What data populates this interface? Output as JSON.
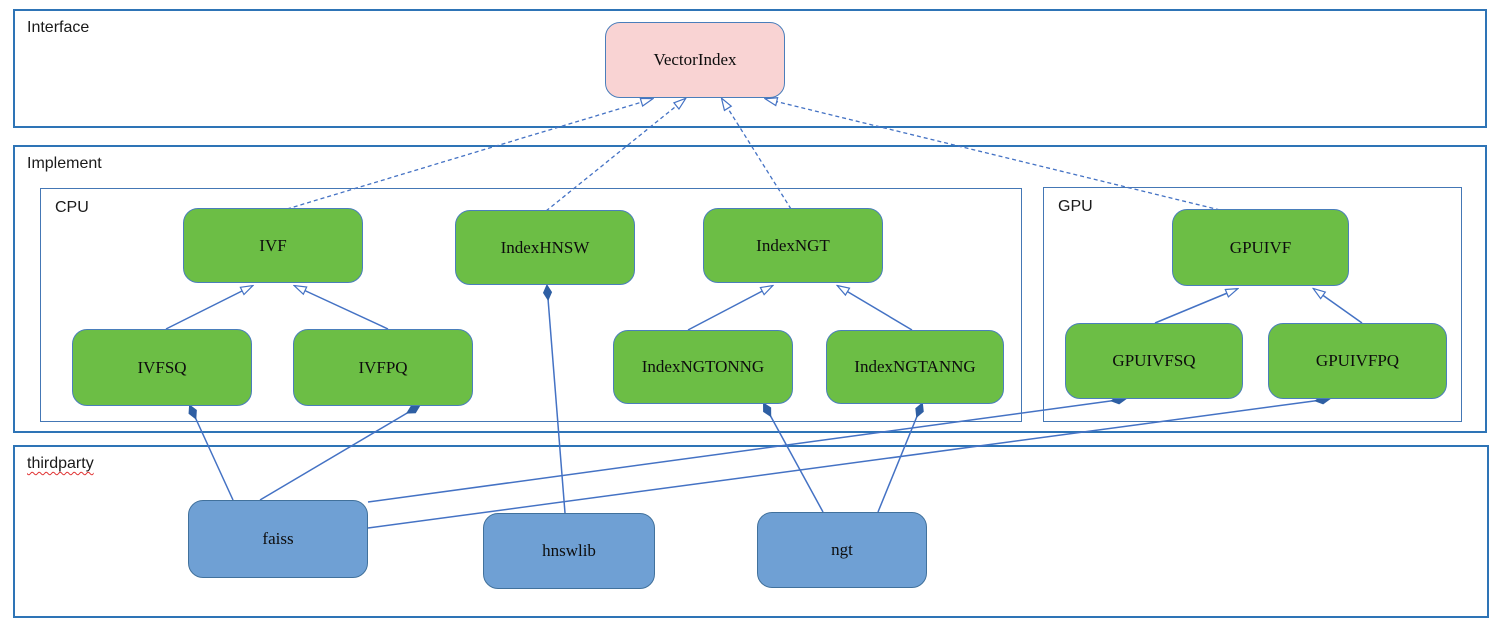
{
  "sections": {
    "interface": {
      "label": "Interface"
    },
    "implement": {
      "label": "Implement"
    },
    "cpu": {
      "label": "CPU"
    },
    "gpu": {
      "label": "GPU"
    },
    "thirdparty": {
      "label": "thirdparty"
    }
  },
  "nodes": {
    "vectorindex": {
      "label": "VectorIndex",
      "kind": "interface"
    },
    "ivf": {
      "label": "IVF",
      "kind": "implementation"
    },
    "indexhnsw": {
      "label": "IndexHNSW",
      "kind": "implementation"
    },
    "indexngt": {
      "label": "IndexNGT",
      "kind": "implementation"
    },
    "ivfsq": {
      "label": "IVFSQ",
      "kind": "implementation"
    },
    "ivfpq": {
      "label": "IVFPQ",
      "kind": "implementation"
    },
    "indexngtonng": {
      "label": "IndexNGTONNG",
      "kind": "implementation"
    },
    "indexngtanng": {
      "label": "IndexNGTANNG",
      "kind": "implementation"
    },
    "gpuivf": {
      "label": "GPUIVF",
      "kind": "implementation"
    },
    "gpuivfsq": {
      "label": "GPUIVFSQ",
      "kind": "implementation"
    },
    "gpuivfpq": {
      "label": "GPUIVFPQ",
      "kind": "implementation"
    },
    "faiss": {
      "label": "faiss",
      "kind": "thirdparty"
    },
    "hnswlib": {
      "label": "hnswlib",
      "kind": "thirdparty"
    },
    "ngt": {
      "label": "ngt",
      "kind": "thirdparty"
    }
  },
  "colors": {
    "interface_fill": "#f9d3d3",
    "implementation_fill": "#6cbe45",
    "thirdparty_fill": "#6fa0d4",
    "node_border": "#4a7ebb",
    "connector": "#4472c4",
    "diamond_fill": "#2e5fa3",
    "section_border": "#2e74b6",
    "misspelling_underline": "#e03131"
  },
  "edges": [
    {
      "id": "ivf-vectorindex",
      "from": "ivf",
      "to": "vectorindex",
      "type": "realization",
      "points": [
        [
          287,
          209
        ],
        [
          652,
          99
        ]
      ]
    },
    {
      "id": "indexhnsw-vectorindex",
      "from": "indexhnsw",
      "to": "vectorindex",
      "type": "realization",
      "points": [
        [
          546,
          211
        ],
        [
          685,
          99
        ]
      ]
    },
    {
      "id": "indexngt-vectorindex",
      "from": "indexngt",
      "to": "vectorindex",
      "type": "realization",
      "points": [
        [
          791,
          209
        ],
        [
          722,
          99
        ]
      ]
    },
    {
      "id": "gpuivf-vectorindex",
      "from": "gpuivf",
      "to": "vectorindex",
      "type": "realization",
      "points": [
        [
          1220,
          210
        ],
        [
          766,
          99
        ]
      ]
    },
    {
      "id": "ivfsq-ivf",
      "from": "ivfsq",
      "to": "ivf",
      "type": "generalization",
      "points": [
        [
          166,
          329
        ],
        [
          252,
          286
        ]
      ]
    },
    {
      "id": "ivfpq-ivf",
      "from": "ivfpq",
      "to": "ivf",
      "type": "generalization",
      "points": [
        [
          388,
          329
        ],
        [
          295,
          286
        ]
      ]
    },
    {
      "id": "indexngtonng-indexngt",
      "from": "indexngtonng",
      "to": "indexngt",
      "type": "generalization",
      "points": [
        [
          688,
          330
        ],
        [
          772,
          286
        ]
      ]
    },
    {
      "id": "indexngtanng-indexngt",
      "from": "indexngtanng",
      "to": "indexngt",
      "type": "generalization",
      "points": [
        [
          912,
          330
        ],
        [
          838,
          286
        ]
      ]
    },
    {
      "id": "gpuivfsq-gpuivf",
      "from": "gpuivfsq",
      "to": "gpuivf",
      "type": "generalization",
      "points": [
        [
          1155,
          323
        ],
        [
          1237,
          289
        ]
      ]
    },
    {
      "id": "gpuivfpq-gpuivf",
      "from": "gpuivfpq",
      "to": "gpuivf",
      "type": "generalization",
      "points": [
        [
          1362,
          323
        ],
        [
          1314,
          289
        ]
      ]
    },
    {
      "id": "ivfsq-faiss",
      "from": "ivfsq",
      "to": "faiss",
      "type": "composition",
      "points": [
        [
          190,
          406
        ],
        [
          233,
          500
        ]
      ]
    },
    {
      "id": "ivfpq-faiss",
      "from": "ivfpq",
      "to": "faiss",
      "type": "composition",
      "points": [
        [
          419,
          406
        ],
        [
          260,
          500
        ]
      ]
    },
    {
      "id": "gpuivfsq-faiss",
      "from": "gpuivfsq",
      "to": "faiss",
      "type": "composition",
      "points": [
        [
          1125,
          399
        ],
        [
          368,
          502
        ]
      ]
    },
    {
      "id": "gpuivfpq-faiss",
      "from": "gpuivfpq",
      "to": "faiss",
      "type": "composition",
      "points": [
        [
          1329,
          399
        ],
        [
          368,
          528
        ]
      ]
    },
    {
      "id": "indexhnsw-hnswlib",
      "from": "indexhnsw",
      "to": "hnswlib",
      "type": "composition",
      "points": [
        [
          547,
          286
        ],
        [
          565,
          513
        ]
      ]
    },
    {
      "id": "indexngtonng-ngt",
      "from": "indexngtonng",
      "to": "ngt",
      "type": "composition",
      "points": [
        [
          764,
          404
        ],
        [
          823,
          512
        ]
      ]
    },
    {
      "id": "indexngtanng-ngt",
      "from": "indexngtanng",
      "to": "ngt",
      "type": "composition",
      "points": [
        [
          922,
          404
        ],
        [
          878,
          512
        ]
      ]
    }
  ]
}
